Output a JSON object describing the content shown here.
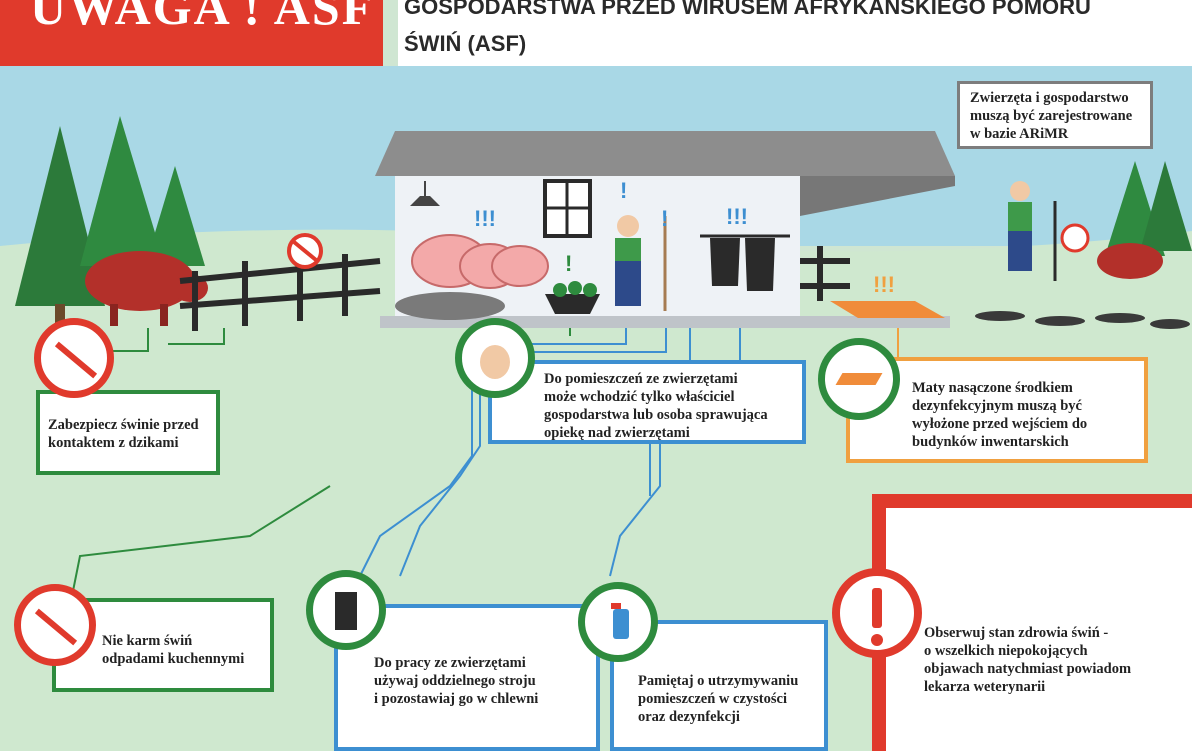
{
  "header": {
    "banner": "UWAGA ! ASF",
    "title_line1": "GOSPODARSTWA PRZED WIRUSEM AFRYKAŃSKIEGO POMORU",
    "title_line2": "ŚWIŃ (ASF)"
  },
  "scene": {
    "alert_marks": [
      "!!!",
      "!",
      "!",
      "!!!",
      "!",
      "!!!"
    ],
    "callout_registration": [
      "Zwierzęta i gospodarstwo",
      "muszą być zarejestrowane",
      "w bazie ARiMR"
    ]
  },
  "rules": {
    "wild_boar": [
      "Zabezpiecz świnie przed",
      "kontaktem z dzikami"
    ],
    "access": [
      "Do pomieszczeń ze zwierzętami",
      "może wchodzić tylko właściciel",
      "gospodarstwa lub osoba sprawująca",
      "opiekę nad zwierzętami"
    ],
    "mats": [
      "Maty nasączone środkiem",
      "dezynfekcyjnym muszą być",
      "wyłożone przed wejściem do",
      "budynków inwentarskich"
    ],
    "kitchen_waste": [
      "Nie karm świń",
      "odpadami kuchennymi"
    ],
    "clothing": [
      "Do pracy ze zwierzętami",
      "używaj oddzielnego stroju",
      "i pozostawiaj go w chlewni"
    ],
    "cleanliness": [
      "Pamiętaj o utrzymywaniu",
      "pomieszczeń w czystości",
      "oraz dezynfekcji"
    ],
    "health": [
      "Obserwuj stan zdrowia świń -",
      "o wszelkich niepokojących",
      "objawach natychmiast powiadom",
      "lekarza weterynarii"
    ]
  },
  "colors": {
    "red": "#e03a2c",
    "green": "#2e8b3e",
    "blue": "#3d8fd1",
    "orange": "#f0a040"
  }
}
